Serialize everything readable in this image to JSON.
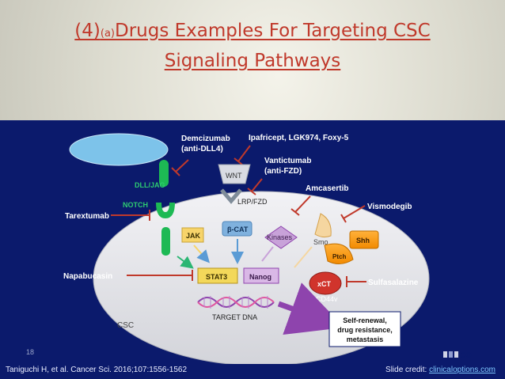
{
  "title": {
    "prefix": "(4)",
    "sub": "(a)",
    "line1": "Drugs Examples For Targeting CSC",
    "line2": "Signaling Pathways"
  },
  "diagram": {
    "drugs": {
      "demcizumab": "Demcizumab",
      "demcizumab_note": "(anti-DLL4)",
      "ipafricept": "Ipafricept, LGK974, Foxy-5",
      "vantictumab": "Vantictumab",
      "vantictumab_note": "(anti-FZD)",
      "amcasertib": "Amcasertib",
      "vismodegib": "Vismodegib",
      "tarextumab": "Tarextumab",
      "napabucasin": "Napabucasin",
      "sulfasalazine": "Sulfasalazine"
    },
    "molecules": {
      "dll_jag": "DLL/JAG",
      "notch": "NOTCH",
      "wnt": "WNT",
      "lrp_fzd": "LRP/FZD",
      "jak": "JAK",
      "beta_cat": "β-CAT",
      "kinases": "Kinases",
      "smo": "Smo",
      "shh": "Shh",
      "ptch": "Ptch",
      "stat3": "STAT3",
      "nanog": "Nanog",
      "xct": "xCT",
      "cd44v": "CD44v",
      "target_dna": "TARGET DNA",
      "csc": "CSC"
    },
    "outcome": {
      "line1": "Self-renewal,",
      "line2": "drug resistance,",
      "line3": "metastasis"
    }
  },
  "footer": {
    "page_number": "18",
    "citation": "Taniguchi H, et al. Cancer Sci. 2016;107:1556-1562",
    "credit_label": "Slide credit: ",
    "credit_link": "clinicaloptions.com",
    "logo_text": "CO"
  },
  "colors": {
    "title": "#c0392b",
    "panel": "#0b1a6c",
    "inhibitor": "#c0392b",
    "cell": "#e6e6ea"
  }
}
